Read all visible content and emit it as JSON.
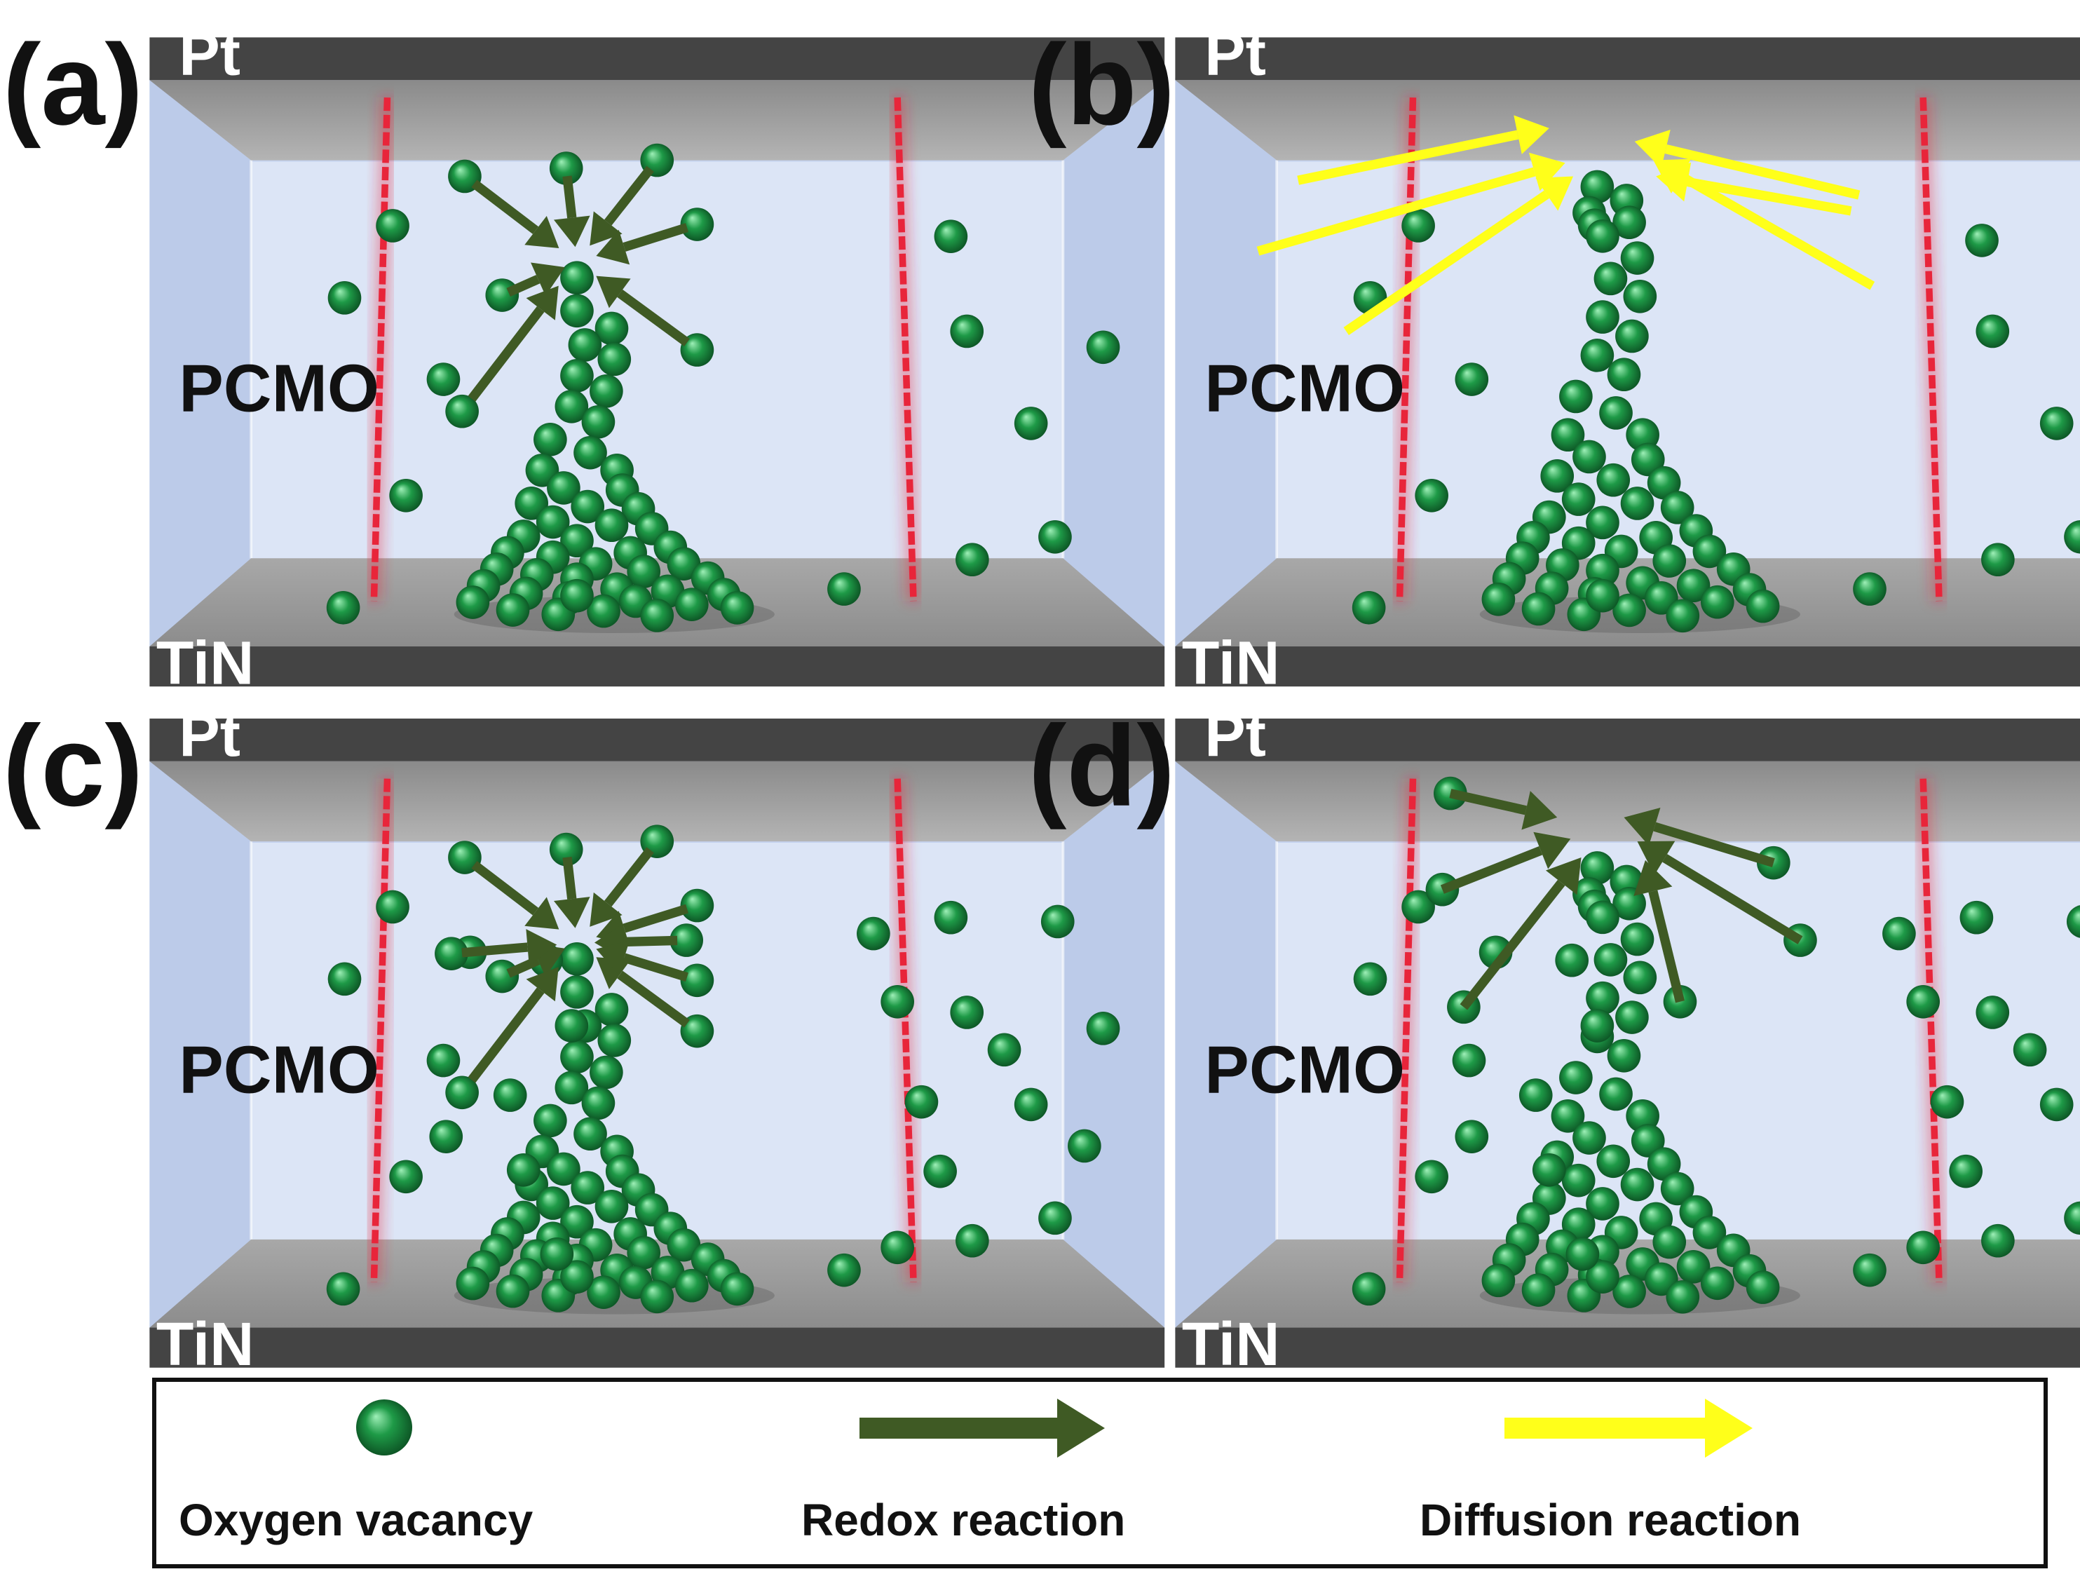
{
  "colors": {
    "background": "#ffffff",
    "electrode_dark": "#444444",
    "electrode_face": "#9a9a9a",
    "oxide_back": "#dce5f6",
    "oxide_side": "#bccbe9",
    "oxide_front_edge": "#c4d2ee",
    "vacancy": "#1e9a47",
    "vacancy_highlight": "#9ff0b8",
    "redox_arrow": "#3f5a24",
    "diffusion_arrow": "#ffff1a",
    "grain_boundary": "#e8253a",
    "label_text": "#111111",
    "electrode_text": "#ffffff"
  },
  "panels": [
    {
      "id": "a",
      "label": "(a)",
      "top_electrode": "Pt",
      "bottom_electrode": "TiN",
      "oxide": "PCMO",
      "filament": "tip_below_top",
      "vacancy_density": "low",
      "arrow_type": "redox",
      "arrow_target": "filament_tip"
    },
    {
      "id": "b",
      "label": "(b)",
      "top_electrode": "Pt",
      "bottom_electrode": "TiN",
      "oxide": "PCMO",
      "filament": "full_to_top",
      "vacancy_density": "low",
      "arrow_type": "diffusion",
      "arrow_target": "top_interface"
    },
    {
      "id": "c",
      "label": "(c)",
      "top_electrode": "Pt",
      "bottom_electrode": "TiN",
      "oxide": "PCMO",
      "filament": "tip_below_top",
      "vacancy_density": "high",
      "arrow_type": "redox",
      "arrow_target": "filament_tip"
    },
    {
      "id": "d",
      "label": "(d)",
      "top_electrode": "Pt",
      "bottom_electrode": "TiN",
      "oxide": "PCMO",
      "filament": "full_to_top",
      "vacancy_density": "high",
      "arrow_type": "redox",
      "arrow_target": "top_interface"
    }
  ],
  "legend": {
    "items": [
      {
        "icon": "vacancy-sphere-icon",
        "label": "Oxygen vacancy"
      },
      {
        "icon": "redox-arrow-icon",
        "label": "Redox reaction"
      },
      {
        "icon": "diffusion-arrow-icon",
        "label": "Diffusion reaction"
      }
    ]
  }
}
